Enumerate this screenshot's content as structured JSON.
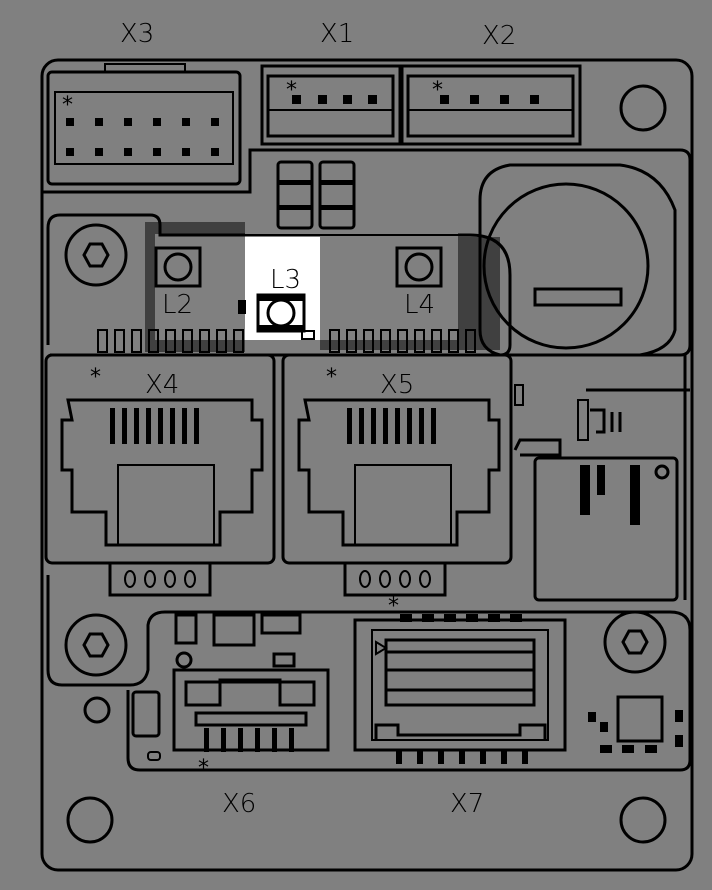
{
  "title": "PCB assembly drawing",
  "connectors": {
    "x1": "X1",
    "x2": "X2",
    "x3": "X3",
    "x4": "X4",
    "x5": "X5",
    "x6": "X6",
    "x7": "X7"
  },
  "leds": {
    "l2": "L2",
    "l3": "L3",
    "l4": "L4"
  },
  "pin1_marker": "*",
  "highlighted_component": "L3",
  "colors": {
    "background": "#808080",
    "lines": "#000000",
    "highlight": "#ffffff",
    "dim": "#404040"
  }
}
